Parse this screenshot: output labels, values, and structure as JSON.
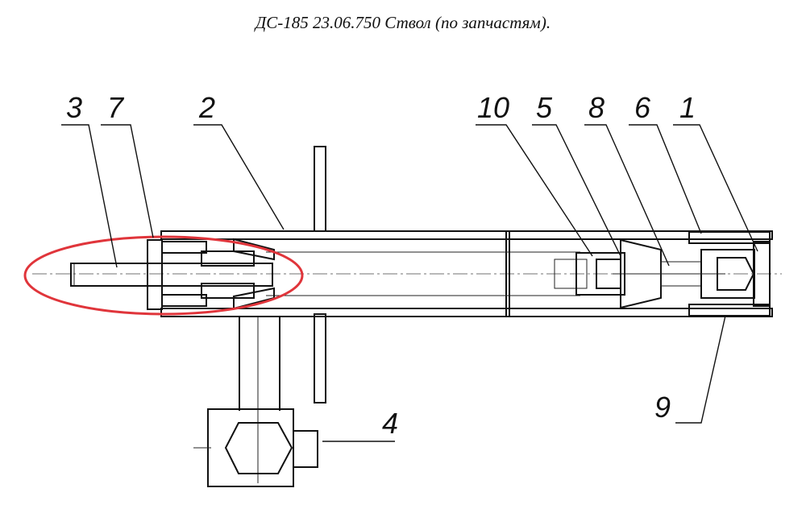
{
  "title": "ДС-185 23.06.750 Ствол  (по запчастям).",
  "callouts": {
    "c1": "1",
    "c2": "2",
    "c3": "3",
    "c4": "4",
    "c5": "5",
    "c6": "6",
    "c7": "7",
    "c8": "8",
    "c9": "9",
    "c10": "10"
  },
  "highlight_color": "#e0353b"
}
